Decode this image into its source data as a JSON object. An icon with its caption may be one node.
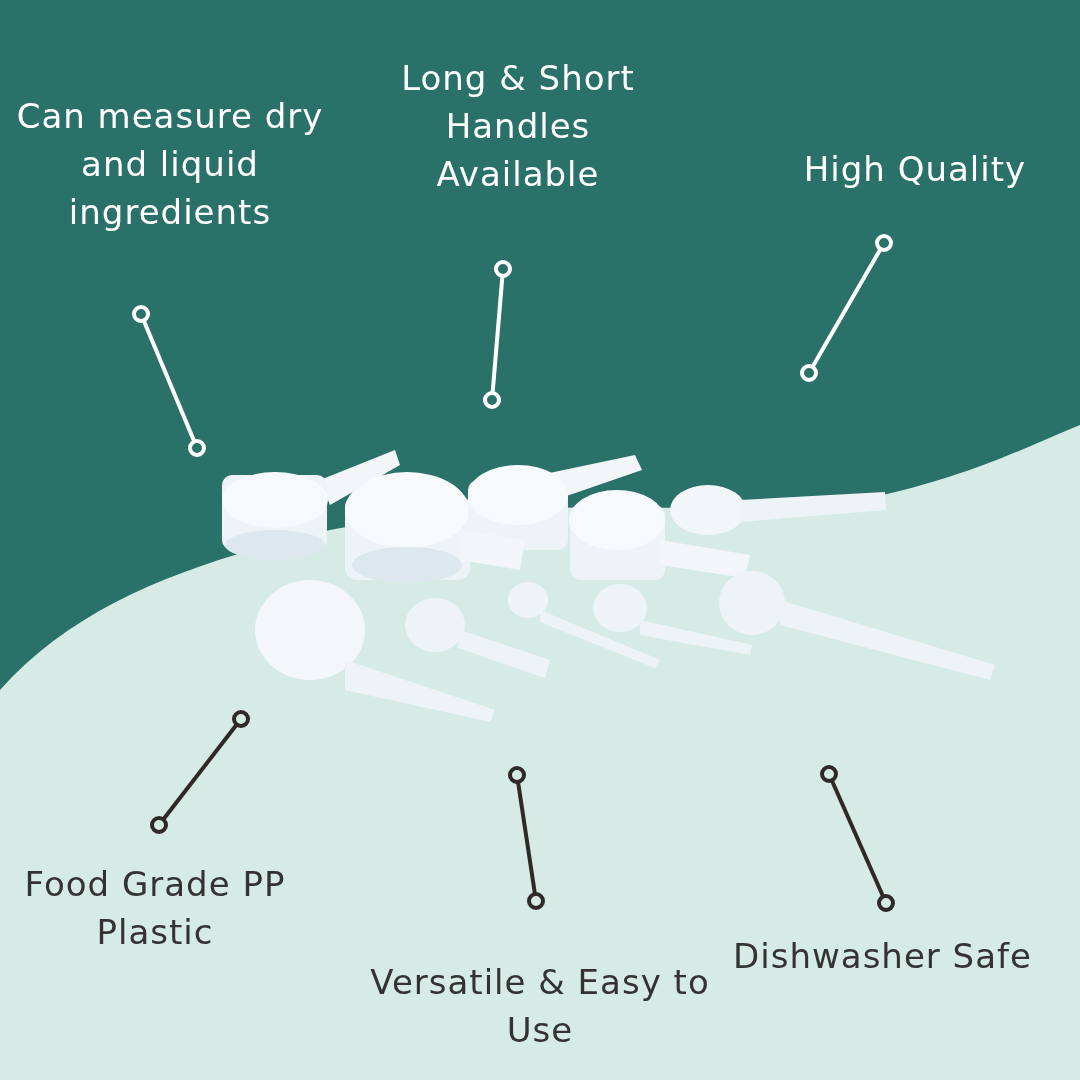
{
  "diagram": {
    "labels": [
      "Can measure dry and liquid ingredients",
      "Long & Short Handles Available",
      "High Quality",
      "Food Grade PP Plastic",
      "Versatile & Easy to Use",
      "Dishwasher Safe"
    ]
  }
}
